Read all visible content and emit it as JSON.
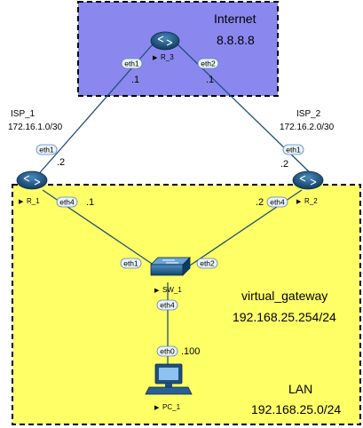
{
  "zones": {
    "internet": {
      "title": "Internet",
      "subtitle": "8.8.8.8",
      "color": "#8a88ee"
    },
    "lan": {
      "title": "LAN",
      "subnet": "192.168.25.0/24",
      "gateway_title": "virtual_gateway",
      "gateway_ip": "192.168.25.254/24",
      "color": "#ffff66"
    }
  },
  "devices": {
    "r3": {
      "name": "R_3",
      "icon": "router-icon"
    },
    "r1": {
      "name": "R_1",
      "icon": "router-icon"
    },
    "r2": {
      "name": "R_2",
      "icon": "router-icon"
    },
    "sw1": {
      "name": "SW_1",
      "icon": "switch-icon"
    },
    "pc1": {
      "name": "PC_1",
      "icon": "pc-icon"
    }
  },
  "links": {
    "isp1": {
      "name": "ISP_1",
      "subnet": "172.16.1.0/30"
    },
    "isp2": {
      "name": "ISP_2",
      "subnet": "172.16.2.0/30"
    }
  },
  "ports": {
    "r3_eth1": "eth1",
    "r3_eth2": "eth2",
    "r1_eth1": "eth1",
    "r1_eth4": "eth4",
    "r2_eth1": "eth1",
    "r2_eth4": "eth4",
    "sw_eth1": "eth1",
    "sw_eth2": "eth2",
    "sw_eth4": "eth4",
    "pc_eth0": "eth0"
  },
  "addresses": {
    "r3_eth1": ".1",
    "r3_eth2": ".1",
    "r1_eth1": ".2",
    "r2_eth1": ".2",
    "r1_eth4": ".1",
    "r2_eth4": ".2",
    "pc_eth0": ".100"
  },
  "colors": {
    "link": "#1f4e79",
    "router": "#16507e",
    "port_fill": "#eaf3fb",
    "port_stroke": "#5a86b8"
  }
}
